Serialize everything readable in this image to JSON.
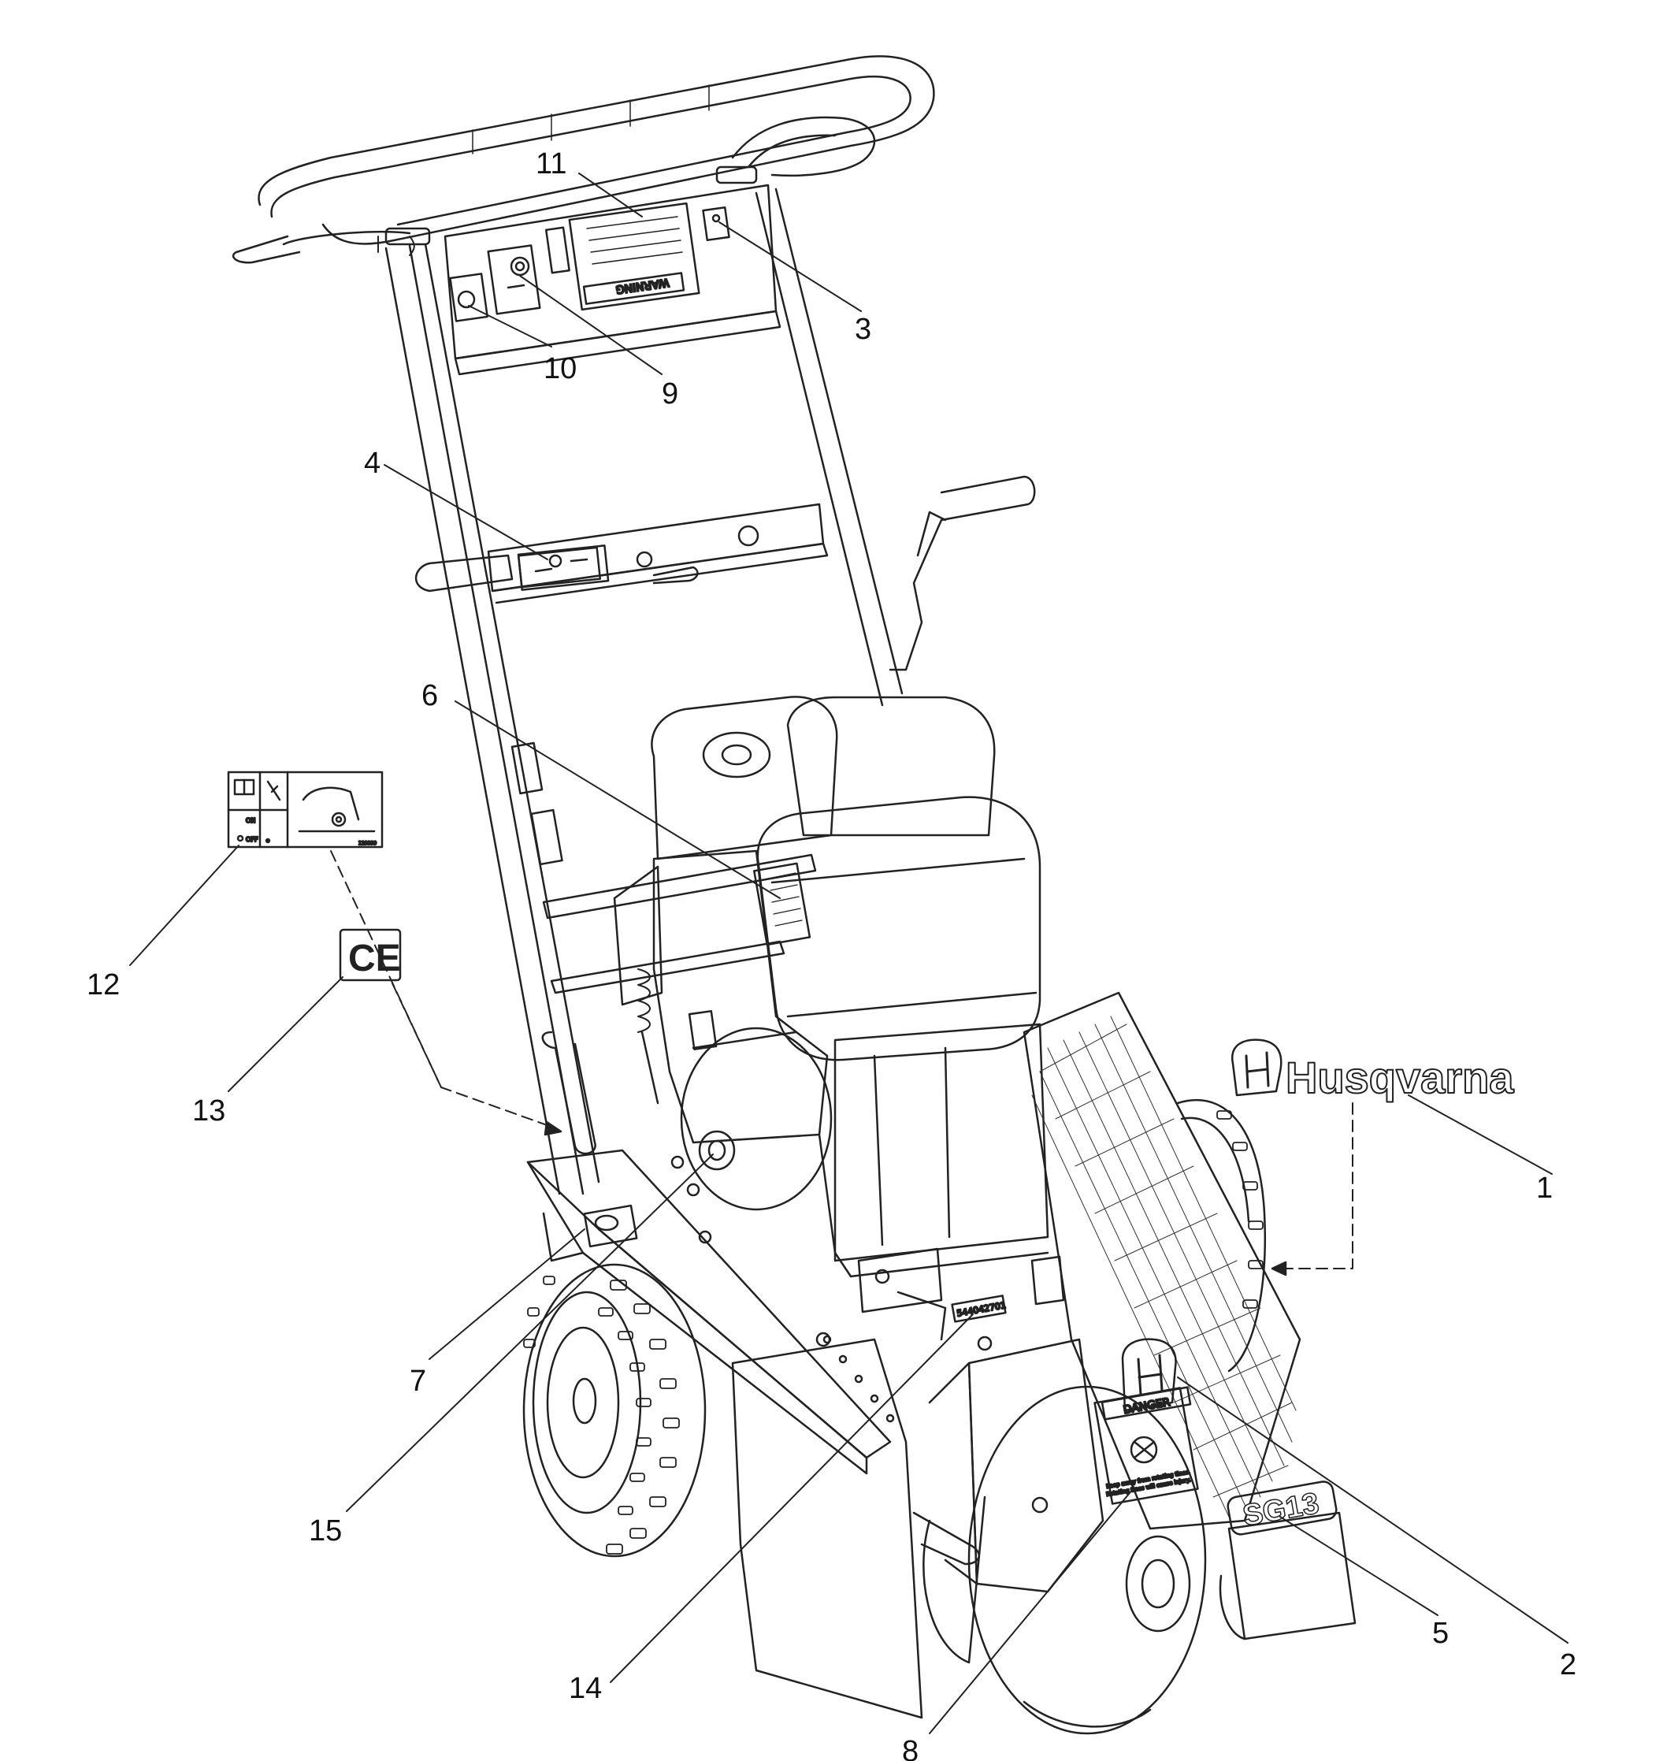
{
  "callouts": [
    {
      "id": "1",
      "label": "1"
    },
    {
      "id": "2",
      "label": "2"
    },
    {
      "id": "3",
      "label": "3"
    },
    {
      "id": "4",
      "label": "4"
    },
    {
      "id": "5",
      "label": "5"
    },
    {
      "id": "6",
      "label": "6"
    },
    {
      "id": "7",
      "label": "7"
    },
    {
      "id": "8",
      "label": "8"
    },
    {
      "id": "9",
      "label": "9"
    },
    {
      "id": "10",
      "label": "10"
    },
    {
      "id": "11",
      "label": "11"
    },
    {
      "id": "12",
      "label": "12"
    },
    {
      "id": "13",
      "label": "13"
    },
    {
      "id": "14",
      "label": "14"
    },
    {
      "id": "15",
      "label": "15"
    }
  ],
  "decals": {
    "brand_logo": "Husqvarna",
    "model_plate": "SG13",
    "ce_mark": "CE",
    "warning_decal": "WARNING",
    "danger_decal": "DANGER",
    "danger_text_1": "Keep away from rotating tines.",
    "danger_text_2": "Rotating tines will cause injury.",
    "serial_decal": "544042701",
    "control_on": "ON",
    "control_off": "OFF",
    "part_number_12": "119999"
  }
}
